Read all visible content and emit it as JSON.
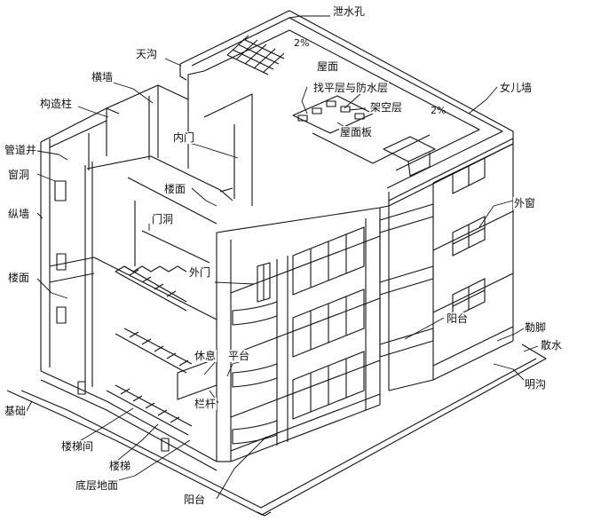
{
  "labels": {
    "drain_hole": "泄水孔",
    "gutter": "天沟",
    "roof_surface": "屋面",
    "leveling_waterproof": "找平层与防水层",
    "parapet": "女儿墙",
    "cross_wall": "横墙",
    "structural_column": "构造柱",
    "overhead_layer": "架空层",
    "roof_slab": "屋面板",
    "pipe_shaft": "管道井",
    "inner_door": "内门",
    "window_opening": "窗洞",
    "floor_slab_upper": "楼面",
    "longitudinal_wall": "纵墙",
    "door_opening": "门洞",
    "exterior_window": "外窗",
    "exterior_door": "外门",
    "floor_slab_left": "楼面",
    "balcony_right": "阳台",
    "plinth": "勒脚",
    "apron": "散水",
    "landing": "休息",
    "platform": "平台",
    "open_ditch": "明沟",
    "railing": "栏杆",
    "foundation": "基础",
    "stairwell": "楼梯间",
    "stairs": "楼梯",
    "ground_floor": "底层地面",
    "balcony_bottom": "阳台"
  },
  "slopes": {
    "roof_upper": "2%",
    "roof_lower": "2%"
  },
  "colors": {
    "line": "#111111",
    "background": "#ffffff"
  }
}
